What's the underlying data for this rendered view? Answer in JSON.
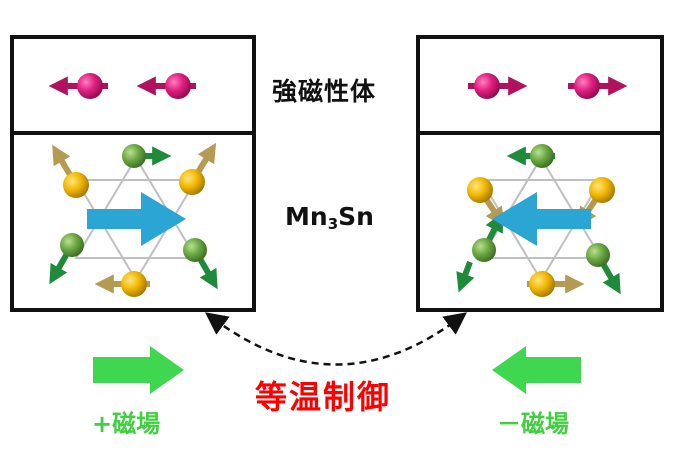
{
  "labels": {
    "ferromagnet": "強磁性体",
    "material_main": "Mn",
    "material_sub": "3",
    "material_tail": "Sn",
    "isothermal": "等温制御",
    "plus_field": "+磁場",
    "minus_field": "－磁場"
  },
  "colors": {
    "magenta_atom": "#e01d7f",
    "magenta_arrow": "#b0125e",
    "green_atom": "#6aa843",
    "green_arrow": "#1f8a3a",
    "yellow_atom": "#f2b800",
    "tan_arrow": "#b49a52",
    "big_arrow": "#2aa5d4",
    "field_arrow": "#3fd650",
    "isothermal_text": "#ff0000"
  },
  "icons": {
    "ferro_spin": "magnetic-moment-icon",
    "field_arrow": "arrow-icon",
    "curved_link": "dashed-double-arrow-icon"
  },
  "states": {
    "left": {
      "ferro_spin": "left",
      "net_moment": "right",
      "field": "+"
    },
    "right": {
      "ferro_spin": "right",
      "net_moment": "left",
      "field": "-"
    }
  }
}
